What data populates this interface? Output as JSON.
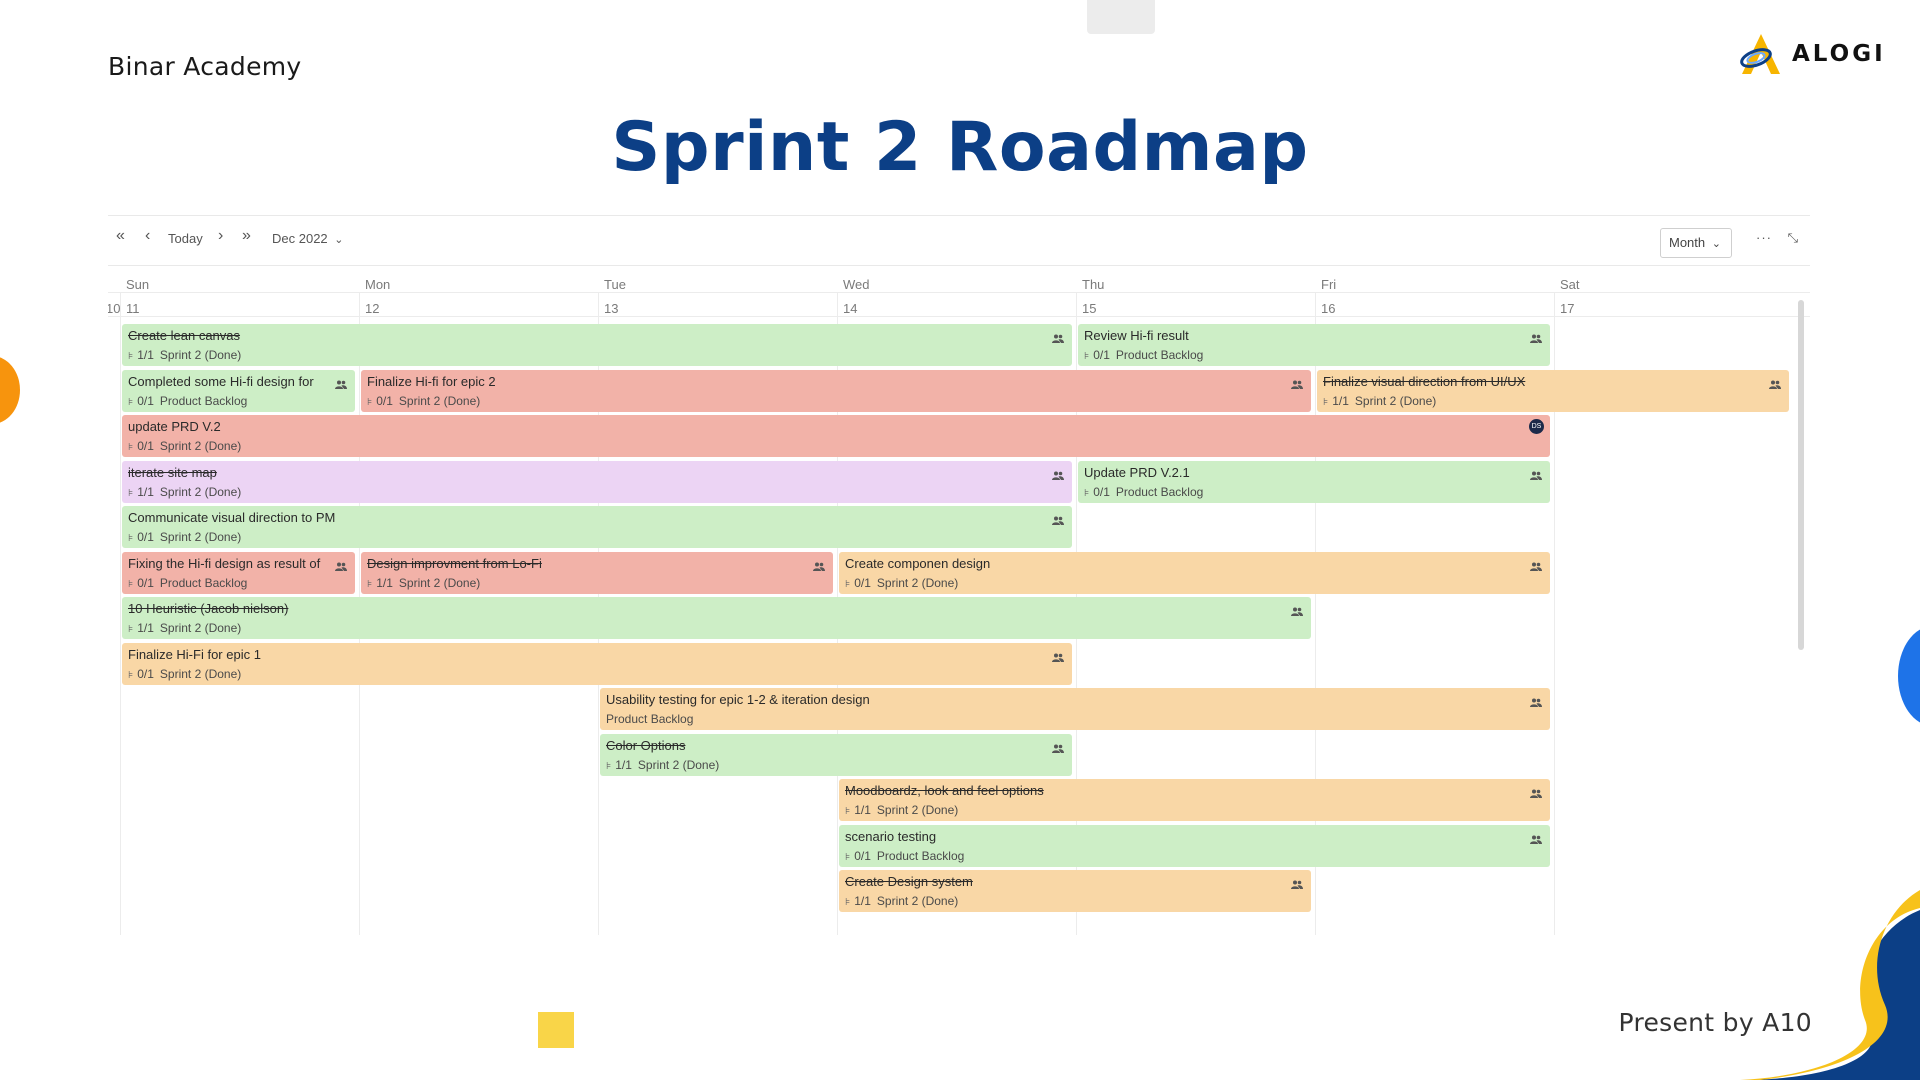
{
  "slide": {
    "brand": "Binar Academy",
    "title": "Sprint 2 Roadmap",
    "logo_text": "ALOGI",
    "footer": "Present by A10"
  },
  "colors": {
    "title": "#0c3f86",
    "green": "#cdeec6",
    "red": "#f2b2a8",
    "orange": "#f9d7a6",
    "purple": "#ecd4f4"
  },
  "toolbar": {
    "first_icon": "«",
    "prev_icon": "‹",
    "today_label": "Today",
    "next_icon": "›",
    "last_icon": "»",
    "month_label": "Dec 2022",
    "month_chevron": "⌄",
    "view_label": "Month",
    "view_chevron": "⌄",
    "more_icon": "···",
    "collapse_icon": "⤡"
  },
  "calendar": {
    "cut_date": "10",
    "days": [
      {
        "name": "Sun",
        "date": "11"
      },
      {
        "name": "Mon",
        "date": "12"
      },
      {
        "name": "Tue",
        "date": "13"
      },
      {
        "name": "Wed",
        "date": "14"
      },
      {
        "name": "Thu",
        "date": "15"
      },
      {
        "name": "Fri",
        "date": "16"
      },
      {
        "name": "Sat",
        "date": "17"
      }
    ],
    "events": [
      {
        "title": "Create lean canvas",
        "done": true,
        "subtasks": "1/1",
        "status": "Sprint 2 (Done)",
        "color": "green",
        "start": 0,
        "end": 3,
        "row": 0,
        "icon": "users-icon"
      },
      {
        "title": "Review Hi-fi result",
        "done": false,
        "subtasks": "0/1",
        "status": "Product Backlog",
        "color": "green",
        "start": 4,
        "end": 5,
        "row": 0,
        "icon": "users-icon"
      },
      {
        "title": "Completed some Hi-fi design for",
        "done": false,
        "subtasks": "0/1",
        "status": "Product Backlog",
        "color": "green",
        "start": 0,
        "end": 0,
        "row": 1,
        "icon": "users-icon"
      },
      {
        "title": "Finalize Hi-fi for epic 2",
        "done": false,
        "subtasks": "0/1",
        "status": "Sprint 2 (Done)",
        "color": "red",
        "start": 1,
        "end": 4,
        "row": 1,
        "icon": "users-icon"
      },
      {
        "title": "Finalize visual direction from UI/UX",
        "done": true,
        "subtasks": "1/1",
        "status": "Sprint 2 (Done)",
        "color": "orange",
        "start": 5,
        "end": 6,
        "row": 1,
        "icon": "users-icon"
      },
      {
        "title": "update PRD V.2",
        "done": false,
        "subtasks": "0/1",
        "status": "Sprint 2 (Done)",
        "color": "red",
        "start": 0,
        "end": 5,
        "row": 2,
        "icon": "avatar",
        "badge": "DS"
      },
      {
        "title": "iterate site map",
        "done": true,
        "subtasks": "1/1",
        "status": "Sprint 2 (Done)",
        "color": "purple",
        "start": 0,
        "end": 3,
        "row": 3,
        "icon": "users-icon"
      },
      {
        "title": "Update PRD V.2.1",
        "done": false,
        "subtasks": "0/1",
        "status": "Product Backlog",
        "color": "green",
        "start": 4,
        "end": 5,
        "row": 3,
        "icon": "users-icon"
      },
      {
        "title": "Communicate visual direction to PM",
        "done": false,
        "subtasks": "0/1",
        "status": "Sprint 2 (Done)",
        "color": "green",
        "start": 0,
        "end": 3,
        "row": 4,
        "icon": "users-icon"
      },
      {
        "title": "Fixing the Hi-fi design as result of",
        "done": false,
        "subtasks": "0/1",
        "status": "Product Backlog",
        "color": "red",
        "start": 0,
        "end": 0,
        "row": 5,
        "icon": "users-icon"
      },
      {
        "title": "Design improvment from Lo-Fi",
        "done": true,
        "subtasks": "1/1",
        "status": "Sprint 2 (Done)",
        "color": "red",
        "start": 1,
        "end": 2,
        "row": 5,
        "icon": "users-icon"
      },
      {
        "title": "Create componen design",
        "done": false,
        "subtasks": "0/1",
        "status": "Sprint 2 (Done)",
        "color": "orange",
        "start": 3,
        "end": 5,
        "row": 5,
        "icon": "users-icon"
      },
      {
        "title": "10 Heuristic (Jacob nielson)",
        "done": true,
        "subtasks": "1/1",
        "status": "Sprint 2 (Done)",
        "color": "green",
        "start": 0,
        "end": 4,
        "row": 6,
        "icon": "users-icon"
      },
      {
        "title": "Finalize Hi-Fi for epic 1",
        "done": false,
        "subtasks": "0/1",
        "status": "Sprint 2 (Done)",
        "color": "orange",
        "start": 0,
        "end": 3,
        "row": 7,
        "icon": "users-icon"
      },
      {
        "title": "Usability testing for epic 1-2 & iteration design",
        "done": false,
        "subtasks": "",
        "status": "Product Backlog",
        "color": "orange",
        "start": 2,
        "end": 5,
        "row": 8,
        "icon": "users-icon"
      },
      {
        "title": "Color Options",
        "done": true,
        "subtasks": "1/1",
        "status": "Sprint 2 (Done)",
        "color": "green",
        "start": 2,
        "end": 3,
        "row": 9,
        "icon": "users-icon"
      },
      {
        "title": "Moodboardz, look and feel options",
        "done": true,
        "subtasks": "1/1",
        "status": "Sprint 2 (Done)",
        "color": "orange",
        "start": 3,
        "end": 5,
        "row": 10,
        "icon": "users-icon"
      },
      {
        "title": "scenario testing",
        "done": false,
        "subtasks": "0/1",
        "status": "Product Backlog",
        "color": "green",
        "start": 3,
        "end": 5,
        "row": 11,
        "icon": "users-icon"
      },
      {
        "title": "Create Design system",
        "done": true,
        "subtasks": "1/1",
        "status": "Sprint 2 (Done)",
        "color": "orange",
        "start": 3,
        "end": 4,
        "row": 12,
        "icon": "users-icon"
      }
    ]
  }
}
